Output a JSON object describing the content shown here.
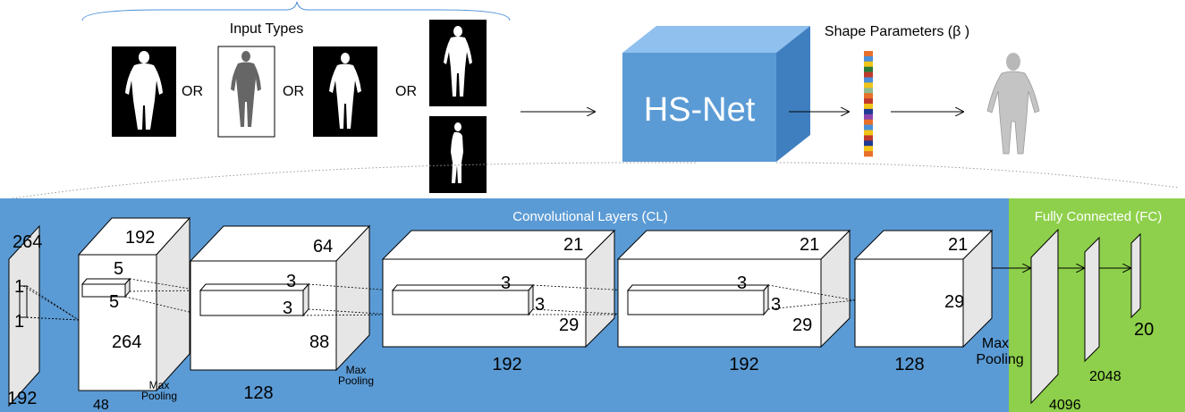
{
  "top": {
    "input_types_label": "Input Types",
    "or_labels": [
      "OR",
      "OR",
      "OR"
    ],
    "network_label": "HS-Net",
    "shape_params_label": "Shape Parameters (β )",
    "param_colors": [
      "#e8702a",
      "#4a90d9",
      "#f0c419",
      "#2a7a3a",
      "#c0392b",
      "#4a90d9",
      "#f0c419",
      "#8fbc8f",
      "#e8702a",
      "#c0392b",
      "#f0c419",
      "#1f3a93",
      "#8e44ad",
      "#e8702a",
      "#4a90d9",
      "#f0c419",
      "#c0392b",
      "#1f3a93",
      "#f0c419",
      "#e8702a"
    ]
  },
  "bottom": {
    "conv_section_label": "Convolutional Layers (CL)",
    "fc_section_label": "Fully Connected (FC)",
    "input_layer": {
      "height": "264",
      "width": "192",
      "kernel_a": "1",
      "kernel_b": "1"
    },
    "conv1": {
      "depth": "192",
      "height": "264",
      "width": "48",
      "kernel_a": "5",
      "kernel_b": "5",
      "pool": "Max\nPooling"
    },
    "conv2": {
      "depth": "64",
      "height": "88",
      "width": "128",
      "kernel_a": "3",
      "kernel_b": "3",
      "pool": "Max\nPooling"
    },
    "conv3": {
      "depth": "21",
      "height": "29",
      "width": "192",
      "kernel_a": "3",
      "kernel_b": "3"
    },
    "conv4": {
      "depth": "21",
      "height": "29",
      "width": "192",
      "kernel_a": "3",
      "kernel_b": "3"
    },
    "conv5": {
      "depth": "21",
      "height": "29",
      "width": "128",
      "pool": "Max\nPooling"
    },
    "fc": {
      "fc1": "4096",
      "fc2": "2048",
      "fc3": "20"
    }
  }
}
